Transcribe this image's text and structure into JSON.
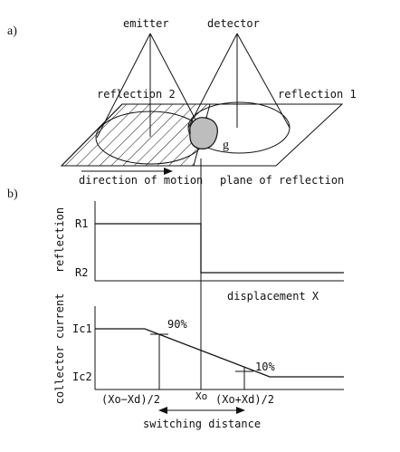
{
  "panel_a": {
    "label": "a)",
    "emitter": "emitter",
    "detector": "detector",
    "reflection_2": "reflection 2",
    "reflection_1": "reflection 1",
    "object_label": "g",
    "direction_of_motion": "direction of motion",
    "plane_of_reflection": "plane of reflection"
  },
  "panel_b": {
    "label": "b)",
    "reflection_axis": "reflection",
    "r1": "R1",
    "r2": "R2",
    "displacement": "displacement  X",
    "collector_axis": "collector current",
    "ic1": "Ic1",
    "ic2": "Ic2",
    "pct_90": "90%",
    "pct_10": "10%",
    "xo_minus": "(Xo−Xd)/2",
    "xo": "Xo",
    "xo_plus": "(Xo+Xd)/2",
    "switching_distance": "switching distance"
  }
}
